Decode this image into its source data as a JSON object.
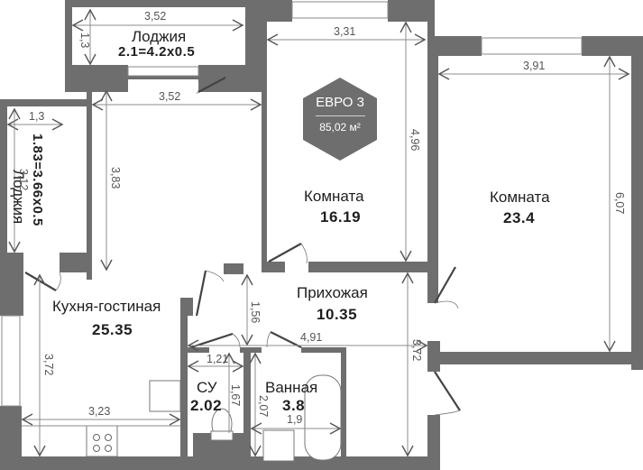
{
  "plan": {
    "type_badge": {
      "title": "ЕВРО 3",
      "area": "85,02 м²",
      "color": "#6e6e6e"
    },
    "rooms": {
      "loggia_top": {
        "name": "Лоджия",
        "area": "2.1=4.2x0.5"
      },
      "loggia_left": {
        "name": "Лоджия",
        "area": "1.83=3.66x0.5"
      },
      "room_middle": {
        "name": "Комната",
        "area": "16.19"
      },
      "room_right": {
        "name": "Комната",
        "area": "23.4"
      },
      "kitchen_living": {
        "name": "Кухня-гостиная",
        "area": "25.35"
      },
      "hallway": {
        "name": "Прихожая",
        "area": "10.35"
      },
      "wc": {
        "name": "СУ",
        "area": "2.02"
      },
      "bathroom": {
        "name": "Ванная",
        "area": "3.8"
      }
    },
    "dimensions": {
      "loggia_top_width": "3,52",
      "loggia_top_depth": "1,3",
      "room_middle_width": "3,31",
      "room_middle_depth": "4,96",
      "room_right_width": "3,91",
      "room_right_depth": "6,07",
      "loggia_left_width": "1,3",
      "loggia_left_length": "3,12",
      "kitchen_upper_width": "3,52",
      "kitchen_upper_depth": "3,83",
      "kitchen_lower_depth": "3,72",
      "kitchen_lower_width": "3,23",
      "hallway_depth": "1,56",
      "hallway_width": "4,91",
      "hallway_length": "3,72",
      "wc_width": "1,21",
      "wc_depth": "1,67",
      "bath_depth": "2,07",
      "bath_width": "1,9"
    }
  }
}
